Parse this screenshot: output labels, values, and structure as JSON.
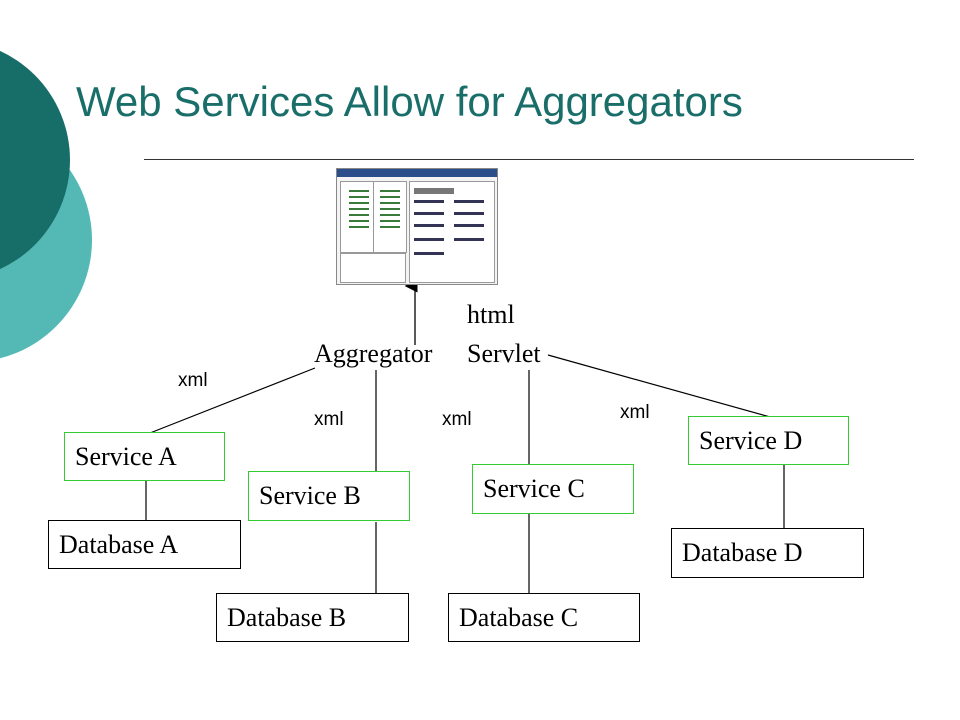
{
  "title": "Web Services Allow for Aggregators",
  "aggregator": {
    "label_left": "Aggregator",
    "label_right": "Servlet",
    "output_label": "html"
  },
  "connections": {
    "xml_a": "xml",
    "xml_b": "xml",
    "xml_c": "xml",
    "xml_d": "xml"
  },
  "services": [
    {
      "name": "Service A",
      "database": "Database A"
    },
    {
      "name": "Service B",
      "database": "Database B"
    },
    {
      "name": "Service C",
      "database": "Database C"
    },
    {
      "name": "Service D",
      "database": "Database D"
    }
  ],
  "colors": {
    "title": "#1a6e6a",
    "deco_dark": "#176d68",
    "deco_light": "#54b9b5",
    "service_border": "#33cc33"
  },
  "thumbnail": {
    "icon": "web-page-screenshot"
  }
}
